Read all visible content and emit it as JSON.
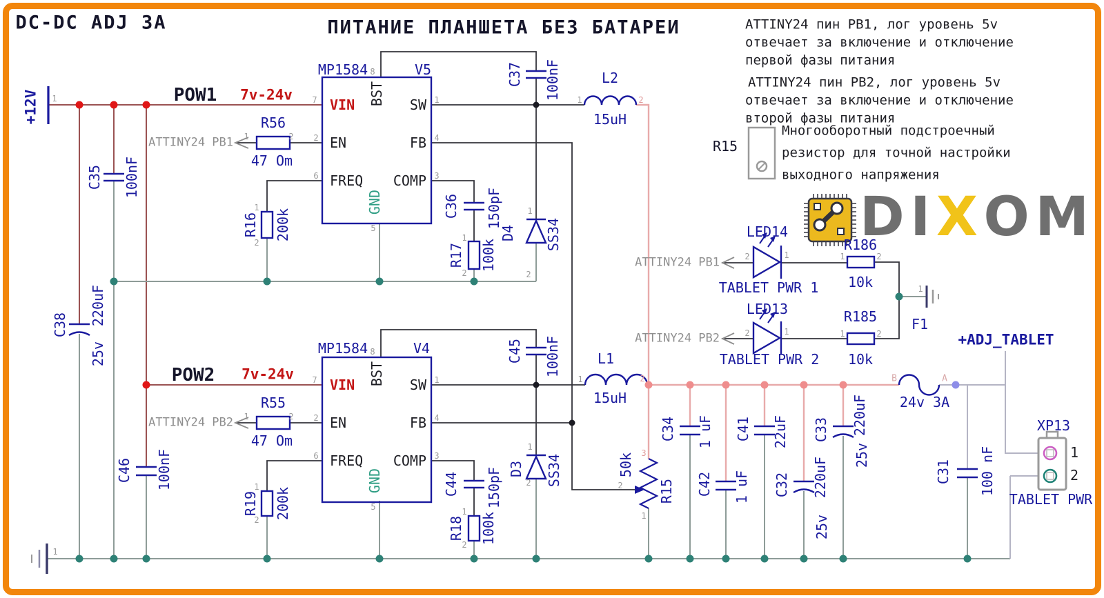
{
  "titles": {
    "dc": "DC-DC ADJ 3A",
    "main": "ПИТАНИЕ ПЛАНШЕТА БЕЗ БАТАРЕИ"
  },
  "notes": {
    "pb1": [
      "ATTINY24 пин PB1, лог уровень 5v",
      "отвечает за включение и отключение",
      "первой фазы питания"
    ],
    "pb2": [
      "ATTINY24 пин PB2, лог уровень 5v",
      "отвечает за включение и отключение",
      "второй фазы питания"
    ],
    "r15_ref": "R15",
    "r15": [
      "Многооборотный подстроечный",
      "резистор для точной настройки",
      "выходного напряжения"
    ]
  },
  "logo": {
    "letters": [
      "D",
      "I",
      "X",
      "O",
      "M"
    ]
  },
  "power": {
    "v12": "+12V",
    "pow1": "POW1",
    "pow2": "POW2",
    "range1": "7v-24v",
    "range2": "7v-24v"
  },
  "attiny": {
    "pb1": "ATTINY24 PB1",
    "pb2": "ATTINY24 PB2"
  },
  "pins": {
    "n1": "1",
    "n2": "2",
    "n3": "3",
    "n4": "4",
    "n5": "5",
    "n6": "6",
    "n7": "7",
    "n8": "8"
  },
  "ic1": {
    "part": "MP1584",
    "ref": "V5",
    "vin": "VIN",
    "en": "EN",
    "freq": "FREQ",
    "sw": "SW",
    "fb": "FB",
    "comp": "COMP",
    "bst": "BST",
    "gnd": "GND"
  },
  "ic2": {
    "part": "MP1584",
    "ref": "V4",
    "vin": "VIN",
    "en": "EN",
    "freq": "FREQ",
    "sw": "SW",
    "fb": "FB",
    "comp": "COMP",
    "bst": "BST",
    "gnd": "GND"
  },
  "c": {
    "r56": {
      "r": "R56",
      "v": "47 Om"
    },
    "r55": {
      "r": "R55",
      "v": "47 Om"
    },
    "r16": {
      "r": "R16",
      "v": "200k"
    },
    "r19": {
      "r": "R19",
      "v": "200k"
    },
    "r17": {
      "r": "R17",
      "v": "100k"
    },
    "r18": {
      "r": "R18",
      "v": "100k"
    },
    "c35": {
      "r": "C35",
      "v": "100nF"
    },
    "c46": {
      "r": "C46",
      "v": "100nF"
    },
    "c38": {
      "r": "C38",
      "v": "220uF",
      "u": "25v"
    },
    "c37": {
      "r": "C37",
      "v": "100nF"
    },
    "c45": {
      "r": "C45",
      "v": "100nF"
    },
    "c36": {
      "r": "C36",
      "v": "150pF"
    },
    "c44": {
      "r": "C44",
      "v": "150pF"
    },
    "d4": {
      "r": "D4",
      "v": "SS34"
    },
    "d3": {
      "r": "D3",
      "v": "SS34"
    },
    "l2": {
      "r": "L2",
      "v": "15uH"
    },
    "l1": {
      "r": "L1",
      "v": "15uH"
    },
    "r15": {
      "r": "R15",
      "v": "50k"
    },
    "c34": {
      "r": "C34",
      "v": "1 uF"
    },
    "c42": {
      "r": "C42",
      "v": "1 uF"
    },
    "c41": {
      "r": "C41",
      "v": "22uF"
    },
    "c32": {
      "r": "C32",
      "v": "220uF",
      "u": "25v"
    },
    "c33": {
      "r": "C33",
      "v": "220uF",
      "u": "25v"
    },
    "c31": {
      "r": "C31",
      "v": "100 nF"
    },
    "r186": {
      "r": "R186",
      "v": "10k"
    },
    "r185": {
      "r": "R185",
      "v": "10k"
    },
    "led14": {
      "r": "LED14",
      "label": "TABLET PWR 1"
    },
    "led13": {
      "r": "LED13",
      "label": "TABLET PWR 2"
    },
    "f1": {
      "r": "F1",
      "v": "24v 3A",
      "b": "B",
      "a": "A"
    }
  },
  "net": {
    "adj": "+ADJ_TABLET"
  },
  "xp13": {
    "ref": "XP13",
    "p1": "1",
    "p2": "2",
    "label": "TABLET PWR"
  }
}
